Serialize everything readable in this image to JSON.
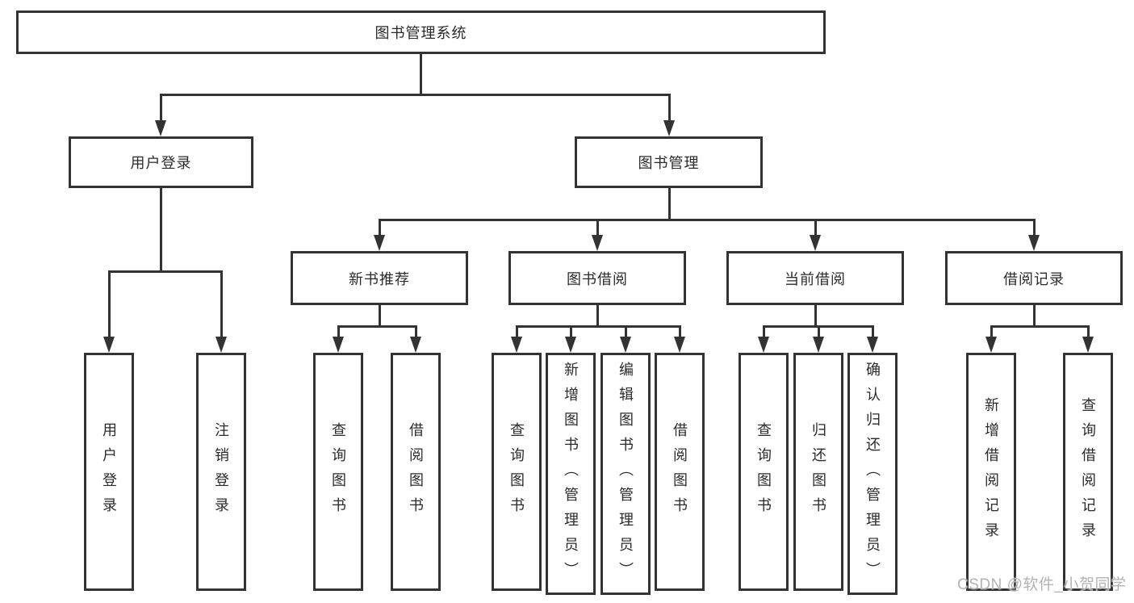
{
  "diagram": {
    "root": {
      "label": "图书管理系统"
    },
    "level2": [
      {
        "label": "用户登录"
      },
      {
        "label": "图书管理"
      }
    ],
    "level3": [
      {
        "label": "新书推荐",
        "parent": "图书管理"
      },
      {
        "label": "图书借阅",
        "parent": "图书管理"
      },
      {
        "label": "当前借阅",
        "parent": "图书管理"
      },
      {
        "label": "借阅记录",
        "parent": "图书管理"
      }
    ],
    "leaves": [
      {
        "label": "用户登录",
        "parent": "用户登录"
      },
      {
        "label": "注销登录",
        "parent": "用户登录"
      },
      {
        "label": "查询图书",
        "parent": "新书推荐"
      },
      {
        "label": "借阅图书",
        "parent": "新书推荐"
      },
      {
        "label": "查询图书",
        "parent": "图书借阅"
      },
      {
        "label": "新增图书（管理员）",
        "parent": "图书借阅"
      },
      {
        "label": "编辑图书（管理员）",
        "parent": "图书借阅"
      },
      {
        "label": "借阅图书",
        "parent": "图书借阅"
      },
      {
        "label": "查询图书",
        "parent": "当前借阅"
      },
      {
        "label": "归还图书",
        "parent": "当前借阅"
      },
      {
        "label": "确认归还（管理员）",
        "parent": "当前借阅"
      },
      {
        "label": "新增借阅记录",
        "parent": "借阅记录"
      },
      {
        "label": "查询借阅记录",
        "parent": "借阅记录"
      }
    ]
  },
  "watermark": {
    "text": "CSDN @软件_小贺同学"
  },
  "colors": {
    "line": "#333333",
    "text": "#2b2b2b",
    "box_background": "#ffffff",
    "watermark": "#b3b3b3"
  }
}
